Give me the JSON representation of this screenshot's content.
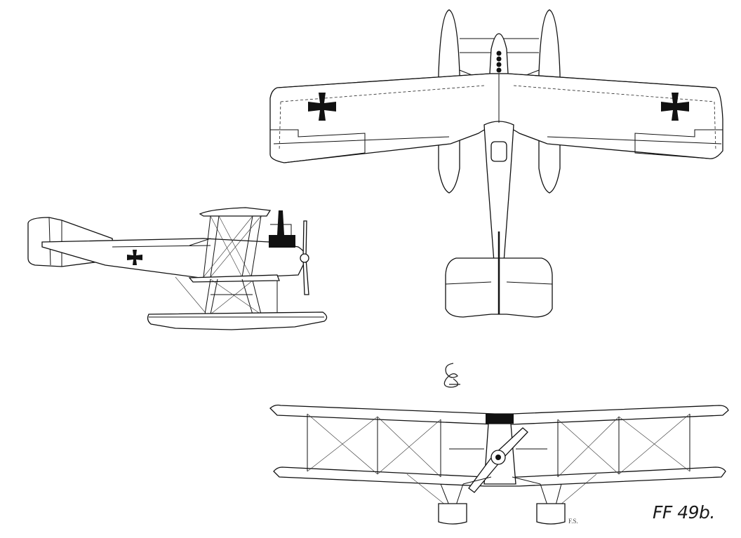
{
  "drawing": {
    "designation": "FF 49b.",
    "draftsman_initials": "F.S.",
    "colors": {
      "ink": "#111111",
      "paper": "#ffffff"
    },
    "views": [
      {
        "name": "top-view"
      },
      {
        "name": "side-view"
      },
      {
        "name": "front-view"
      }
    ],
    "markings": {
      "insignia": "iron-cross-icon"
    }
  }
}
